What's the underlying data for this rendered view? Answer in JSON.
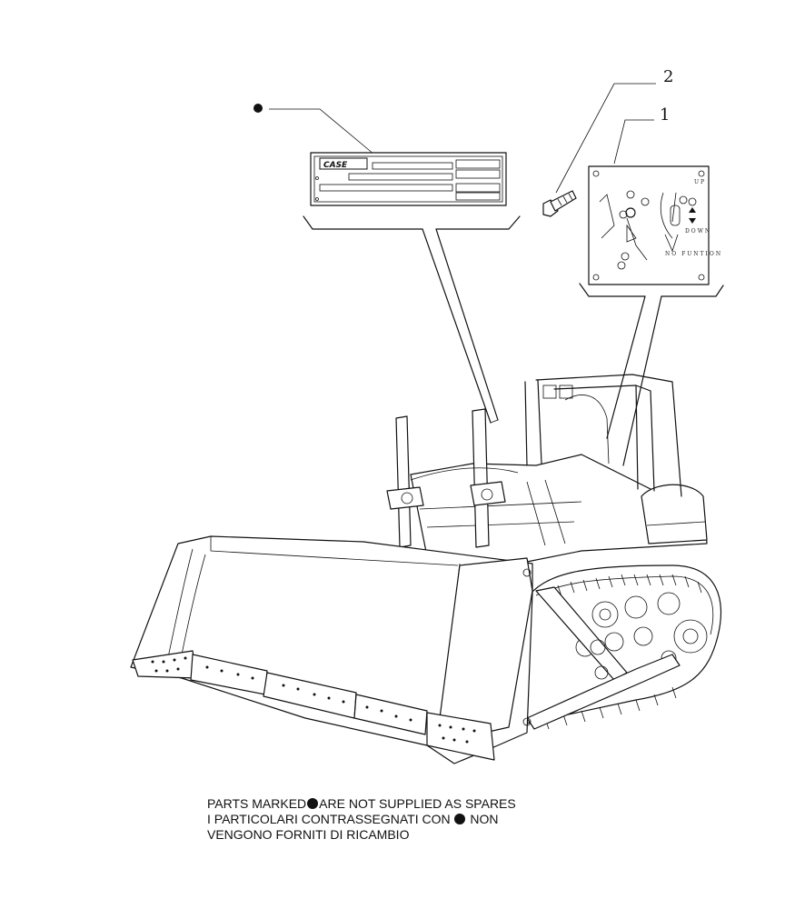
{
  "callouts": {
    "one": "1",
    "two": "2"
  },
  "decal_plate": {
    "logo": "CASE"
  },
  "control_plate": {
    "label_up": "UP",
    "label_down": "DOWN",
    "label_no_function": "NO FUNTION"
  },
  "note": {
    "line1_before": "PARTS MARKED",
    "line1_after": "ARE NOT SUPPLIED AS SPARES",
    "line2_before": "I PARTICOLARI CONTRASSEGNATI CON",
    "line2_after": "NON",
    "line3": "VENGONO FORNITI DI RICAMBIO"
  }
}
